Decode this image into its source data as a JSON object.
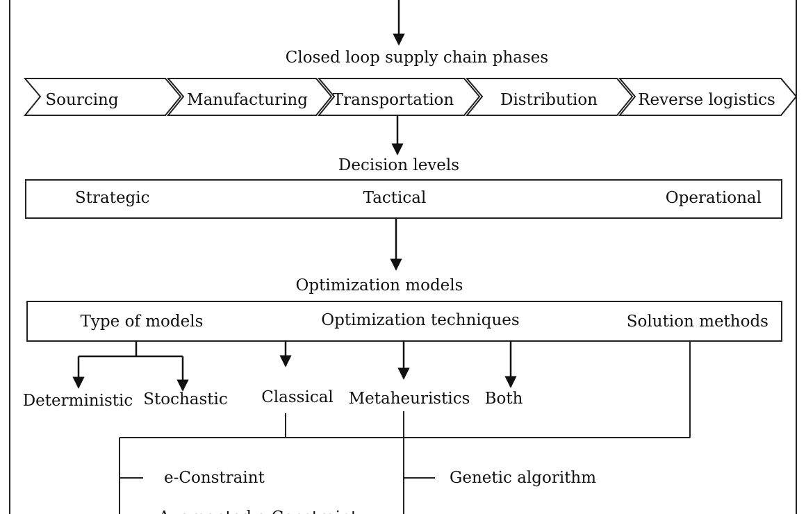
{
  "diagram": {
    "phases_title": "Closed loop supply chain phases",
    "phases": [
      "Sourcing",
      "Manufacturing",
      "Transportation",
      "Distribution",
      "Reverse logistics"
    ],
    "decision_title": "Decision levels",
    "decision_levels": {
      "strategic": "Strategic",
      "tactical": "Tactical",
      "operational": "Operational"
    },
    "models_title": "Optimization models",
    "model_categories": {
      "type_of_models": "Type of models",
      "optimization_techniques": "Optimization techniques",
      "solution_methods": "Solution methods"
    },
    "model_types": {
      "deterministic": "Deterministic",
      "stochastic": "Stochastic"
    },
    "techniques": {
      "classical": "Classical",
      "metaheuristics": "Metaheuristics",
      "both": "Both"
    },
    "classical_methods": [
      "e-Constraint",
      "Augmented e-Constraint"
    ],
    "metaheuristic_methods": [
      "Genetic algorithm"
    ]
  }
}
